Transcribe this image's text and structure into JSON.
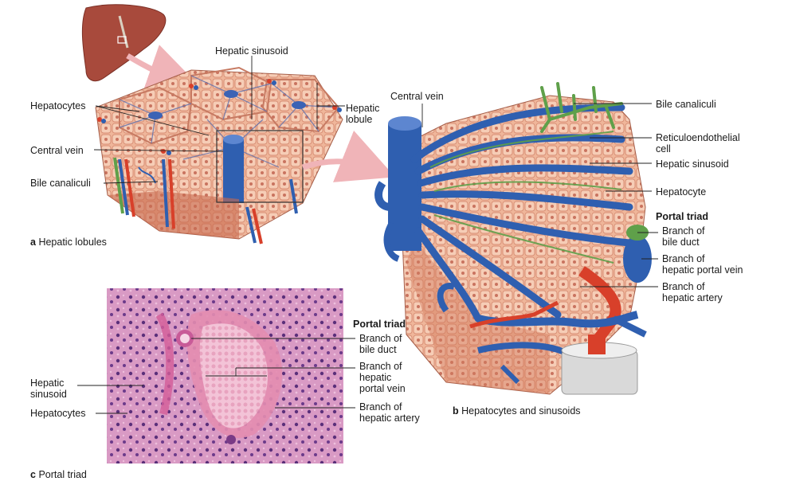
{
  "panel_a": {
    "caption_letter": "a",
    "caption_text": "Hepatic lobules",
    "labels": {
      "hepatic_sinusoid": "Hepatic sinusoid",
      "hepatocytes": "Hepatocytes",
      "hepatic_lobule_1": "Hepatic",
      "hepatic_lobule_2": "lobule",
      "central_vein": "Central vein",
      "bile_canaliculi": "Bile canaliculi"
    }
  },
  "panel_b": {
    "caption_letter": "b",
    "caption_text": "Hepatocytes and sinusoids",
    "labels": {
      "central_vein": "Central vein",
      "bile_canaliculi": "Bile canaliculi",
      "reticuloendothelial_1": "Reticuloendothelial",
      "reticuloendothelial_2": "cell",
      "hepatic_sinusoid": "Hepatic sinusoid",
      "hepatocyte": "Hepatocyte",
      "portal_triad": "Portal triad",
      "bile_duct_1": "Branch of",
      "bile_duct_2": "bile duct",
      "portal_vein_1": "Branch of",
      "portal_vein_2": "hepatic portal vein",
      "artery_1": "Branch of",
      "artery_2": "hepatic artery"
    }
  },
  "panel_c": {
    "caption_letter": "c",
    "caption_text": "Portal triad",
    "labels": {
      "portal_triad": "Portal triad",
      "bile_duct_1": "Branch of",
      "bile_duct_2": "bile duct",
      "portal_vein_1": "Branch of",
      "portal_vein_2": "hepatic",
      "portal_vein_3": "portal vein",
      "artery_1": "Branch of",
      "artery_2": "hepatic artery",
      "sinusoid_1": "Hepatic",
      "sinusoid_2": "sinusoid",
      "hepatocytes": "Hepatocytes"
    }
  },
  "colors": {
    "liver": "#b0473a",
    "tissue": "#e9a98f",
    "vein": "#2f5fb0",
    "artery": "#d8402a",
    "bile": "#5fa04a",
    "histology": "#c46fa6"
  }
}
